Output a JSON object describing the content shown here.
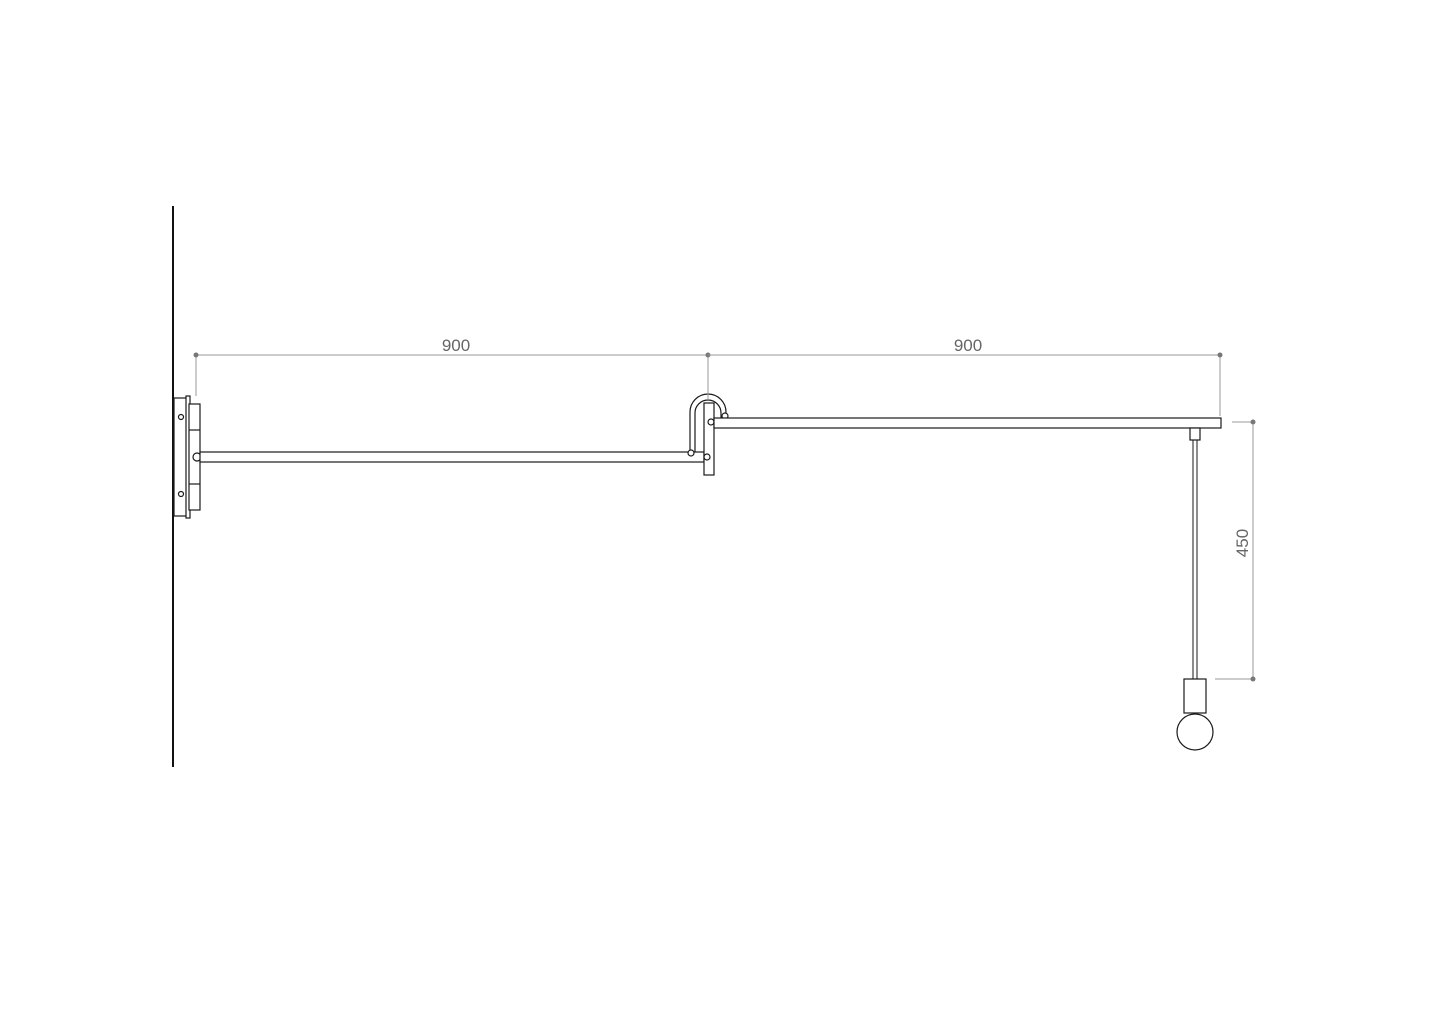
{
  "dimensions": {
    "arm_first_length": "900",
    "arm_second_length": "900",
    "drop_height": "450"
  },
  "colors": {
    "line": "#1a1a1a",
    "dimension": "#999999",
    "dimension_text": "#666666",
    "background": "#ffffff"
  }
}
